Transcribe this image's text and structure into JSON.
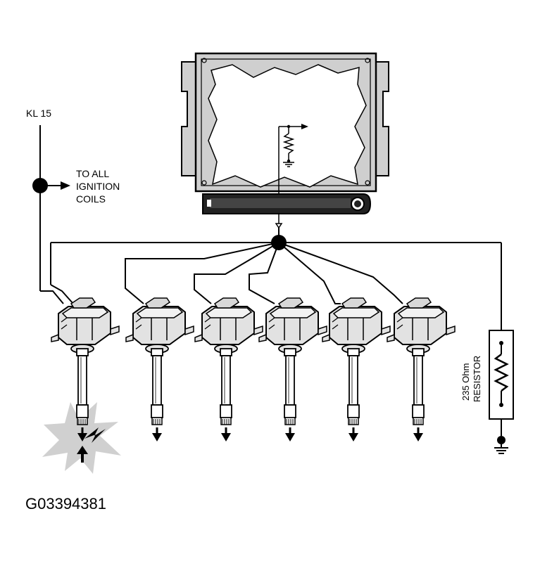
{
  "labels": {
    "supply": "KL 15",
    "to_all_line1": "TO ALL",
    "to_all_line2": "IGNITION",
    "to_all_line3": "COILS",
    "resistor_value": "235 Ohm",
    "resistor_name": "RESISTOR",
    "figure_code": "G03394381"
  },
  "colors": {
    "ink": "#000000",
    "ecu_body": "#cfcfcf",
    "ecu_panel": "#ffffff",
    "coil_fill": "#e2e2e2",
    "spark_burst": "#d0d0d0"
  },
  "diagram": {
    "coil_count": 6,
    "faulty_coil_index": 1,
    "icons": [
      "ecu-module-icon",
      "ignition-coil-icon",
      "resistor-icon",
      "ground-icon",
      "spark-icon"
    ]
  }
}
